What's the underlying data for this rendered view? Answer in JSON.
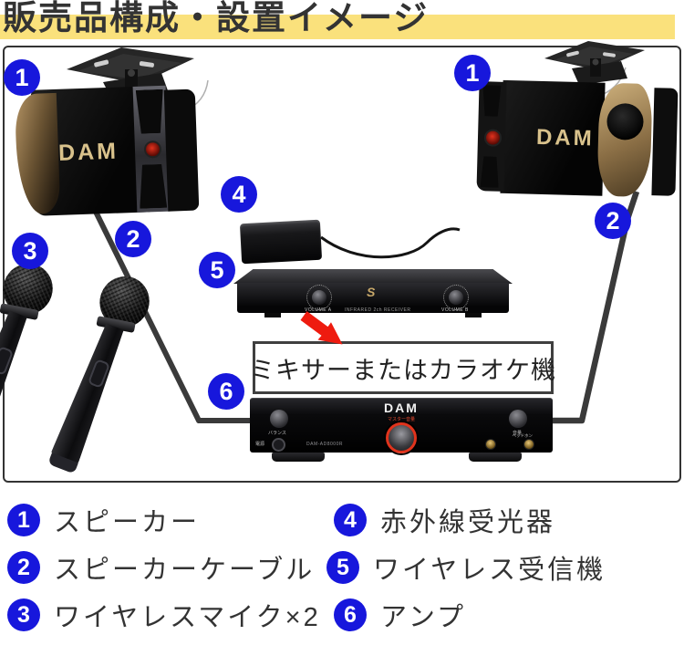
{
  "title": "販売品構成・設置イメージ",
  "colors": {
    "accent_blue": "#1717dc",
    "highlight_yellow": "#fae17c",
    "arrow_red": "#ee1b0f",
    "cable_gray": "#3a3a3a"
  },
  "diagram": {
    "badge_numbers": [
      "1",
      "1",
      "2",
      "2",
      "3",
      "4",
      "5",
      "6"
    ],
    "mixer_label": "ミキサーまたはカラオケ機",
    "speaker_brand": "DAM",
    "receiver": {
      "logo": "S",
      "volume_a": "VOLUME A",
      "volume_b": "VOLUME B",
      "center_text": "INFRARED 2ch RECEIVER"
    },
    "amp": {
      "brand": "DAM",
      "model": "DAM-AD8000R",
      "master_label": "マスター音量",
      "balance_label": "バランス",
      "power_label": "電源",
      "volume_label": "音量",
      "headphone_label": "ヘッドホン"
    }
  },
  "legend": {
    "items": [
      {
        "num": "1",
        "label": "スピーカー"
      },
      {
        "num": "2",
        "label": "スピーカーケーブル"
      },
      {
        "num": "3",
        "label": "ワイヤレスマイク×2"
      },
      {
        "num": "4",
        "label": "赤外線受光器"
      },
      {
        "num": "5",
        "label": "ワイヤレス受信機"
      },
      {
        "num": "6",
        "label": "アンプ"
      }
    ]
  }
}
